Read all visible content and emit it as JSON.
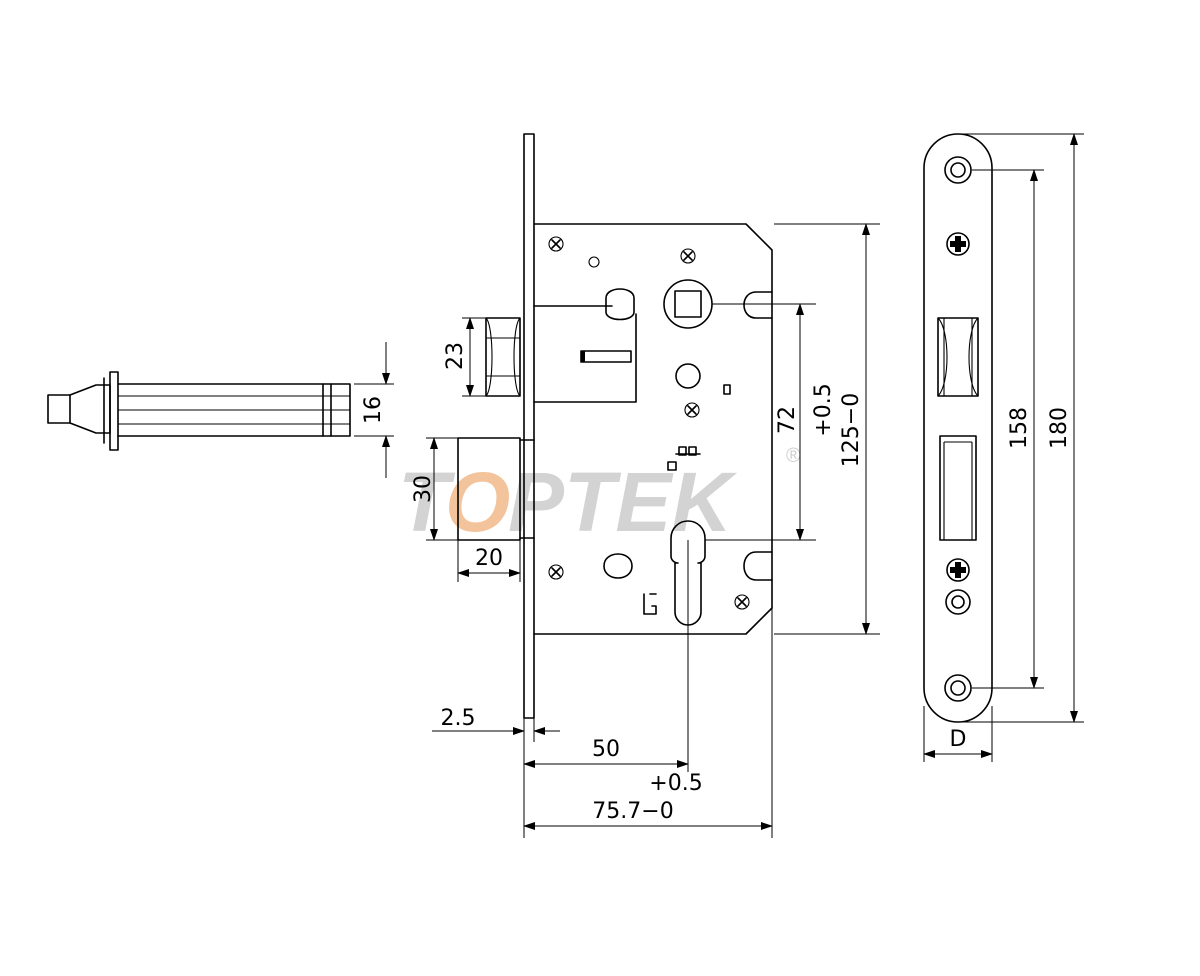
{
  "watermark": {
    "brand_prefix": "T",
    "brand_o": "O",
    "brand_suffix": "PTEK",
    "registered_mark": "®",
    "accent_color": "#f3c49b"
  },
  "dimensions": {
    "latch_height": "23",
    "bolt_thickness": "16",
    "deadbolt_height": "30",
    "deadbolt_throw": "20",
    "faceplate_thickness": "2.5",
    "backset": "50",
    "case_width_tolerance": "+0.5",
    "case_width": "75.7−0",
    "center_distance": "72",
    "case_height_tolerance": "+0.5",
    "case_height": "125−0",
    "strike_screw_spacing": "158",
    "strike_length": "180",
    "strike_depth": "D"
  },
  "icons": {
    "strike_screws": "phillips-screw-icon",
    "mounting_holes": "countersunk-hole-icon"
  }
}
